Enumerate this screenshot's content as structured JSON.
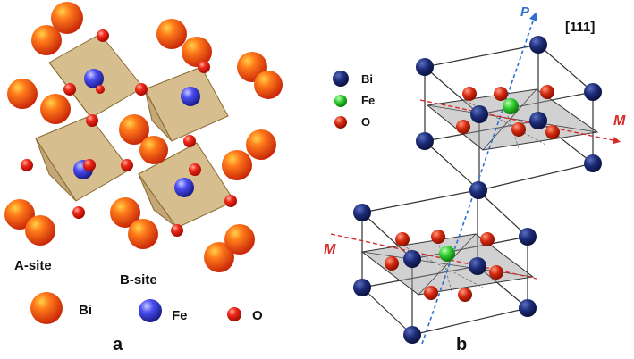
{
  "panel_a": {
    "label": "a",
    "a_site_label": "A-site",
    "b_site_label": "B-site",
    "legend": [
      {
        "name": "Bi",
        "color": "#e8380d"
      },
      {
        "name": "Fe",
        "color": "#2b2fd6"
      },
      {
        "name": "O",
        "color": "#e01010"
      }
    ],
    "octahedron_color": "#c9a86a"
  },
  "panel_b": {
    "label": "b",
    "direction_label": "[111]",
    "polarization_label": "P",
    "magnetization_label": "M",
    "legend": [
      {
        "name": "Bi",
        "color": "#1b2a6b"
      },
      {
        "name": "Fe",
        "color": "#22c022"
      },
      {
        "name": "O",
        "color": "#c41a0a"
      }
    ],
    "polarization_color": "#2f6fd1",
    "magnetization_color": "#d92a2a"
  }
}
